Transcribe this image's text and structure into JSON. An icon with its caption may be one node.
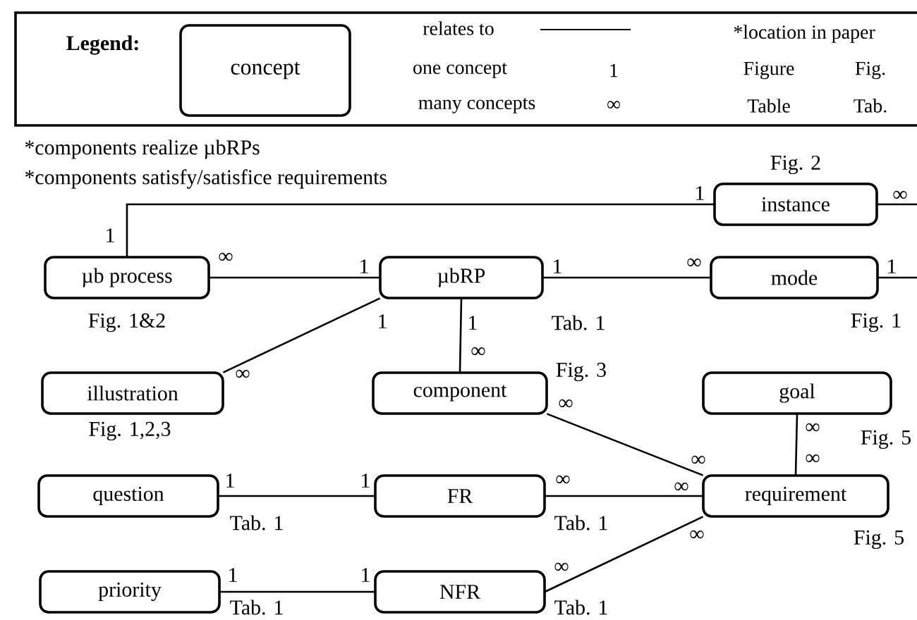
{
  "diagram": {
    "nodes": [
      {
        "text": [
          "concept"
        ]
      },
      {
        "text": [
          "instance"
        ],
        "beside": [
          "Fig. 2"
        ]
      },
      {
        "text": [
          "µb process"
        ],
        "beside": [
          "Fig. 1&2"
        ]
      },
      {
        "text": [
          "µbRP"
        ],
        "beside": [
          "Tab. 1"
        ]
      },
      {
        "text": [
          "mode"
        ],
        "beside": [
          "Fig. 1"
        ]
      },
      {
        "text": [
          "illustration"
        ],
        "beside": [
          "Fig. 1,2,3"
        ]
      },
      {
        "text": [
          "component"
        ],
        "beside": [
          "Fig. 3"
        ]
      },
      {
        "text": [
          "goal"
        ],
        "beside": [
          "Fig. 5"
        ]
      },
      {
        "text": [
          "question"
        ],
        "beside": [
          "Tab. 1"
        ]
      },
      {
        "text": [
          "FR"
        ],
        "beside": [
          "Tab. 1"
        ]
      },
      {
        "text": [
          "requirement"
        ],
        "beside": [
          "Fig. 5"
        ]
      },
      {
        "text": [
          "priority"
        ],
        "beside": [
          "Tab. 1"
        ]
      },
      {
        "text": [
          "NFR"
        ],
        "beside": [
          "Tab. 1"
        ]
      }
    ],
    "edges": [
      {
        "from": 2,
        "to": 1,
        "arrow": "none"
      },
      {
        "from": 1,
        "to": null,
        "arrow": "none"
      },
      {
        "from": 2,
        "to": 3,
        "arrow": "none"
      },
      {
        "from": 3,
        "to": 4,
        "arrow": "none"
      },
      {
        "from": 4,
        "to": null,
        "arrow": "none"
      },
      {
        "from": 3,
        "to": 5,
        "arrow": "none"
      },
      {
        "from": 3,
        "to": 6,
        "arrow": "none"
      },
      {
        "from": 6,
        "to": 10,
        "arrow": "none"
      },
      {
        "from": 7,
        "to": 10,
        "arrow": "none"
      },
      {
        "from": 8,
        "to": 9,
        "arrow": "none"
      },
      {
        "from": 9,
        "to": 10,
        "arrow": "none"
      },
      {
        "from": 11,
        "to": 12,
        "arrow": "none"
      },
      {
        "from": 12,
        "to": 10,
        "arrow": "none"
      }
    ],
    "labels": [
      "Legend:",
      "one concept",
      "1",
      "many concepts",
      "∞",
      "*location in paper",
      "Figure",
      "Fig.",
      "Table",
      "Tab.",
      "*components realize µbRPs",
      "*components satisfy/satisfice requirements",
      "1",
      "∞",
      "1",
      "∞",
      "1",
      "1",
      "∞",
      "1",
      "1",
      "1",
      "∞",
      "∞",
      "∞",
      "∞",
      "∞",
      "∞",
      "1",
      "1",
      "∞",
      "∞",
      "∞",
      "1",
      "1",
      "∞"
    ],
    "legend": [
      {
        "text": "relates to"
      }
    ]
  }
}
